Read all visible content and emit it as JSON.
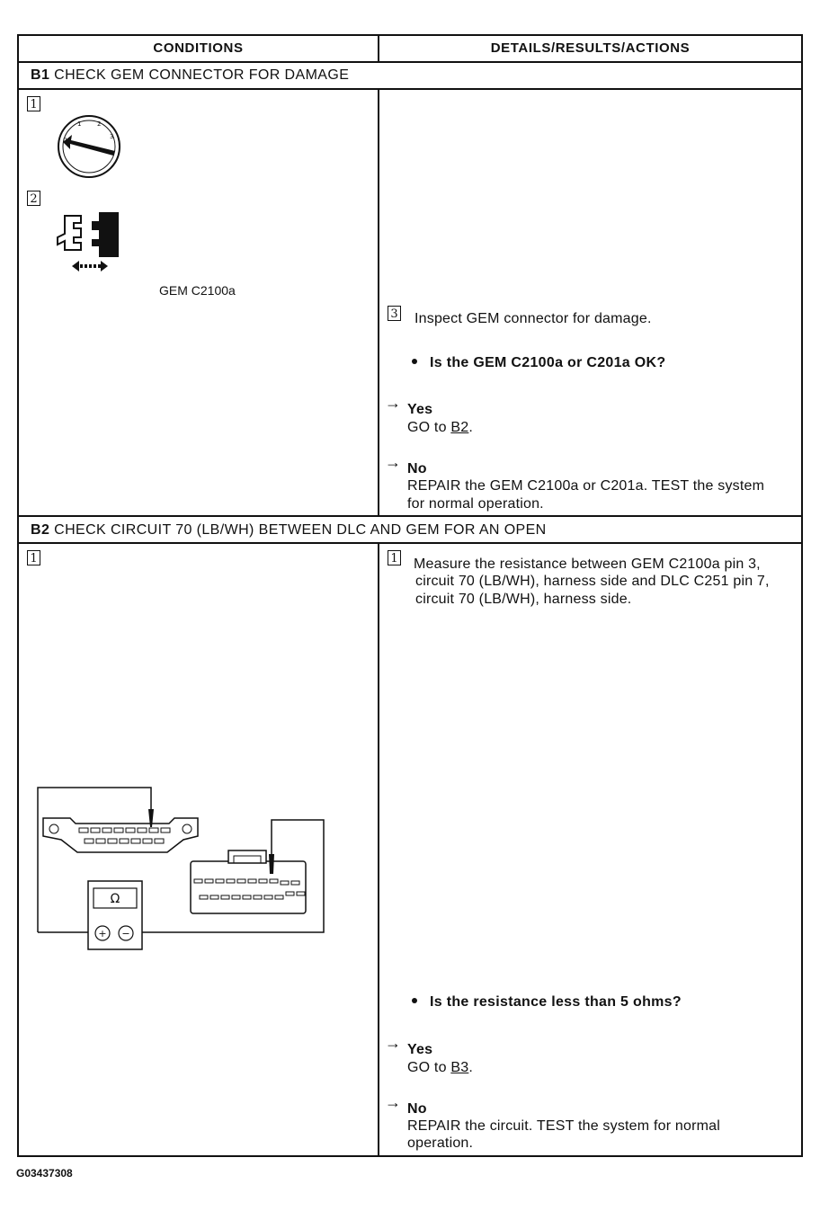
{
  "table": {
    "col_conditions": "CONDITIONS",
    "col_details": "DETAILS/RESULTS/ACTIONS"
  },
  "b1": {
    "step_id": "B1",
    "step_title": "CHECK GEM CONNECTOR FOR DAMAGE",
    "cond_step1_num": "1",
    "cond_step2_num": "2",
    "connector_label": "GEM C2100a",
    "detail_step_num": "3",
    "instruction": "Inspect GEM connector for damage.",
    "question": "Is the GEM C2100a or C201a OK?",
    "yes_label": "Yes",
    "yes_text_prefix": "GO to",
    "yes_link": "B2",
    "yes_text_suffix": ".",
    "no_label": "No",
    "no_text_line1": "REPAIR the GEM C2100a or C201a. TEST the system",
    "no_text_line2": "for normal operation."
  },
  "b2": {
    "step_id": "B2",
    "step_title": "CHECK CIRCUIT 70 (LB/WH) BETWEEN DLC AND GEM FOR AN OPEN",
    "cond_step1_num": "1",
    "detail_step_num": "1",
    "instruction_line1": "Measure the resistance between GEM C2100a pin 3,",
    "instruction_line2": "circuit 70 (LB/WH), harness side and DLC C251 pin 7,",
    "instruction_line3": "circuit 70 (LB/WH), harness side.",
    "meter_symbol": "Ω",
    "question": "Is the resistance less than 5 ohms?",
    "yes_label": "Yes",
    "yes_text_prefix": "GO to",
    "yes_link": "B3",
    "yes_text_suffix": ".",
    "no_label": "No",
    "no_text_line1": "REPAIR the circuit. TEST the system for normal",
    "no_text_line2": "operation."
  },
  "footer": {
    "figure_id": "G03437308"
  },
  "icons": {
    "arrow": "→"
  }
}
